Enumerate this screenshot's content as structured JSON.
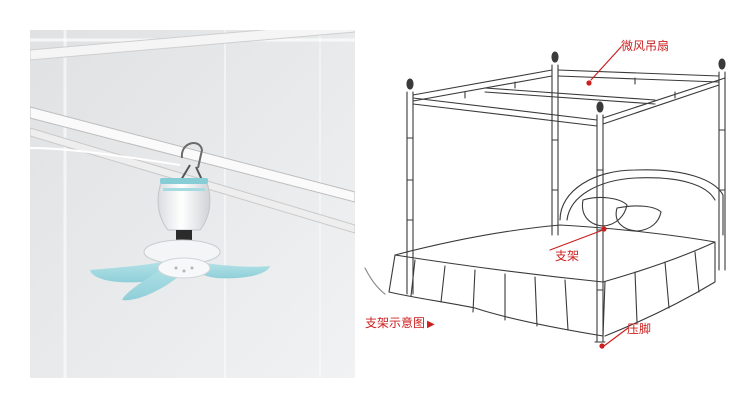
{
  "labels": {
    "mini_fan": "微风吊扇",
    "frame": "支架",
    "frame_diagram": "支架示意图",
    "frame_diagram_arrow": "▶",
    "foot": "压脚"
  },
  "colors": {
    "label_red": "#cc1f1f",
    "fan_blade": "#a8dce2",
    "fan_accent": "#7cc7d1",
    "photo_bg": "#e9eaec"
  }
}
